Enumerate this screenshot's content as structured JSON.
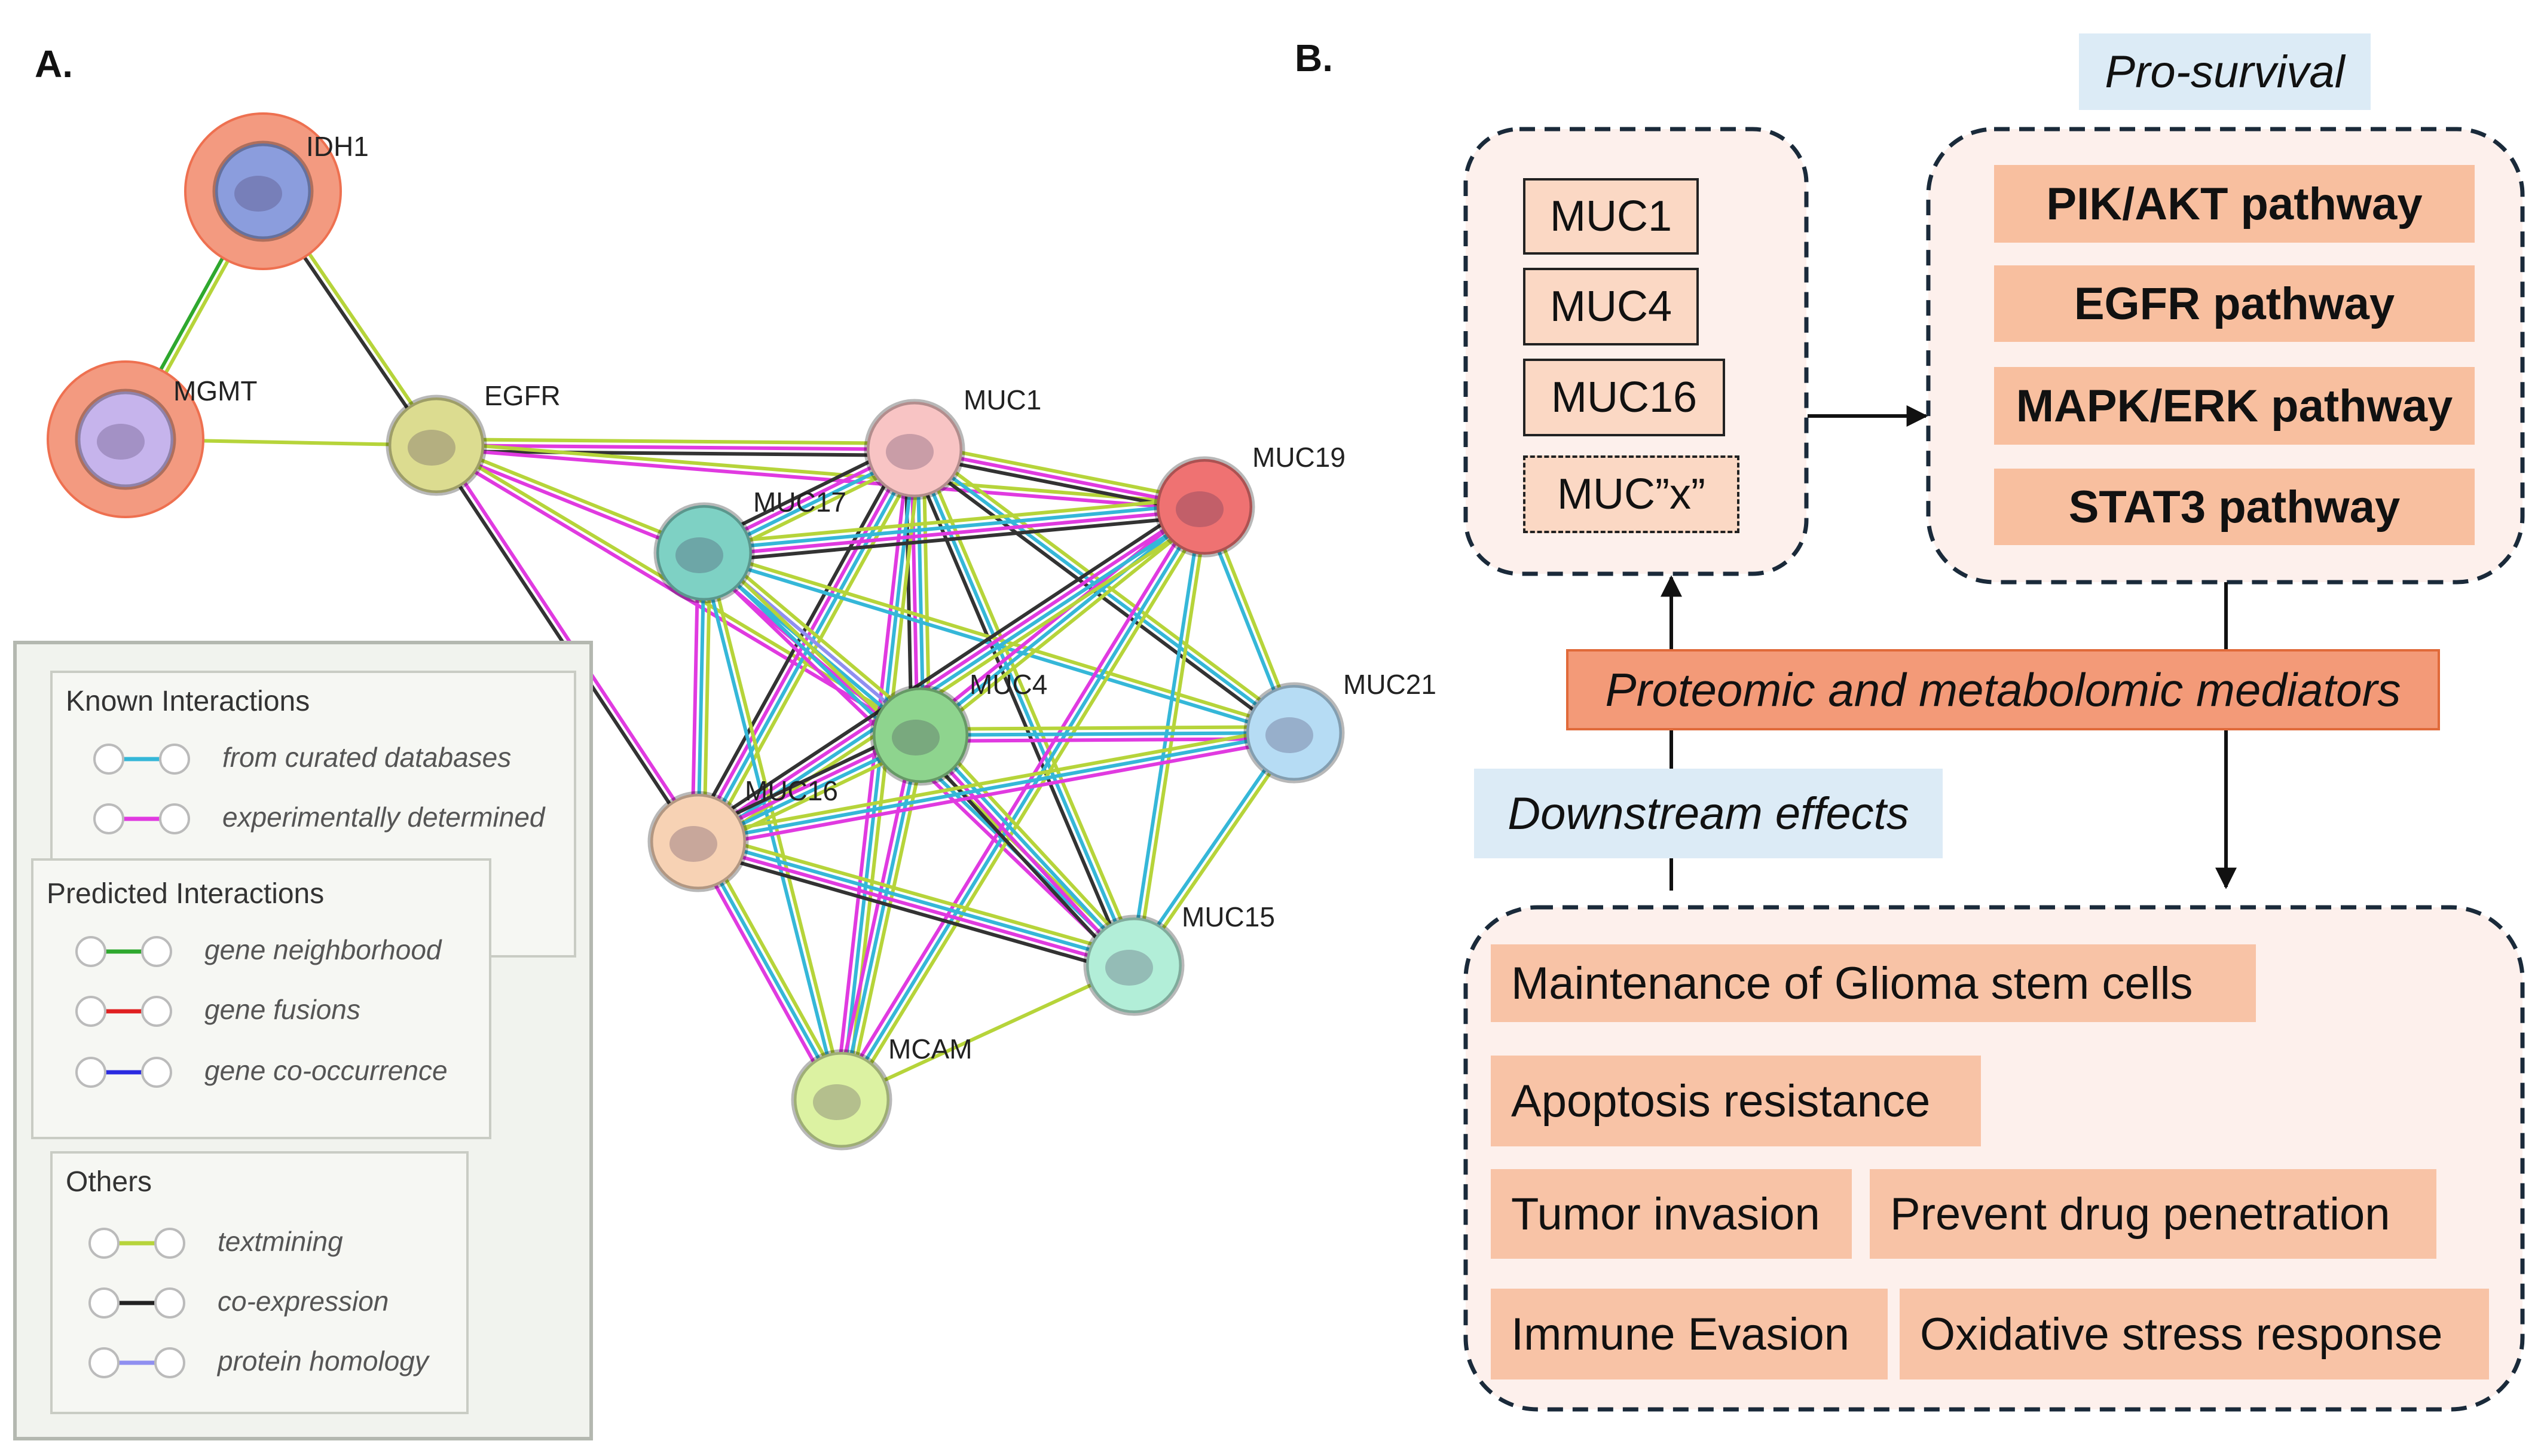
{
  "panel_a": {
    "letter": "A.",
    "nodes": [
      {
        "id": "IDH1",
        "label": "IDH1",
        "fill": "#8b9ddd",
        "halo": "#f39a80"
      },
      {
        "id": "MGMT",
        "label": "MGMT",
        "fill": "#c6b4ec",
        "halo": "#f39a80"
      },
      {
        "id": "EGFR",
        "label": "EGFR",
        "fill": "#dcdc90",
        "halo": null
      },
      {
        "id": "MUC1",
        "label": "MUC1",
        "fill": "#f8c4c4",
        "halo": null
      },
      {
        "id": "MUC19",
        "label": "MUC19",
        "fill": "#ef7272",
        "halo": null
      },
      {
        "id": "MUC17",
        "label": "MUC17",
        "fill": "#7ed1c4",
        "halo": null
      },
      {
        "id": "MUC21",
        "label": "MUC21",
        "fill": "#b6dcf4",
        "halo": null
      },
      {
        "id": "MUC4",
        "label": "MUC4",
        "fill": "#8ed48e",
        "halo": null
      },
      {
        "id": "MUC16",
        "label": "MUC16",
        "fill": "#f7d2b4",
        "halo": null
      },
      {
        "id": "MUC15",
        "label": "MUC15",
        "fill": "#b2eed8",
        "halo": null
      },
      {
        "id": "MCAM",
        "label": "MCAM",
        "fill": "#dcf2a2",
        "halo": null
      }
    ],
    "edges": [
      {
        "a": "IDH1",
        "b": "MGMT",
        "types": [
          "gene_neighborhood",
          "textmining"
        ]
      },
      {
        "a": "IDH1",
        "b": "EGFR",
        "types": [
          "coexpression",
          "textmining"
        ]
      },
      {
        "a": "MGMT",
        "b": "EGFR",
        "types": [
          "textmining"
        ]
      },
      {
        "a": "EGFR",
        "b": "MUC1",
        "types": [
          "coexpression",
          "experimental",
          "textmining"
        ]
      },
      {
        "a": "EGFR",
        "b": "MUC17",
        "types": [
          "experimental",
          "textmining"
        ]
      },
      {
        "a": "EGFR",
        "b": "MUC4",
        "types": [
          "experimental",
          "textmining"
        ]
      },
      {
        "a": "EGFR",
        "b": "MUC16",
        "types": [
          "coexpression",
          "experimental"
        ]
      },
      {
        "a": "EGFR",
        "b": "MUC19",
        "types": [
          "experimental",
          "textmining"
        ]
      },
      {
        "a": "MUC1",
        "b": "MUC19",
        "types": [
          "coexpression",
          "experimental",
          "textmining"
        ]
      },
      {
        "a": "MUC1",
        "b": "MUC17",
        "types": [
          "curated",
          "coexpression",
          "experimental",
          "textmining"
        ]
      },
      {
        "a": "MUC1",
        "b": "MUC4",
        "types": [
          "curated",
          "coexpression",
          "experimental",
          "textmining"
        ]
      },
      {
        "a": "MUC1",
        "b": "MUC16",
        "types": [
          "curated",
          "coexpression",
          "experimental",
          "textmining"
        ]
      },
      {
        "a": "MUC1",
        "b": "MUC21",
        "types": [
          "curated",
          "coexpression",
          "textmining"
        ]
      },
      {
        "a": "MUC1",
        "b": "MUC15",
        "types": [
          "curated",
          "coexpression",
          "textmining"
        ]
      },
      {
        "a": "MUC1",
        "b": "MCAM",
        "types": [
          "curated",
          "experimental",
          "textmining"
        ]
      },
      {
        "a": "MUC17",
        "b": "MUC19",
        "types": [
          "curated",
          "coexpression",
          "experimental",
          "textmining"
        ]
      },
      {
        "a": "MUC17",
        "b": "MUC4",
        "types": [
          "curated",
          "homology",
          "experimental",
          "textmining"
        ]
      },
      {
        "a": "MUC17",
        "b": "MUC16",
        "types": [
          "curated",
          "experimental",
          "textmining"
        ]
      },
      {
        "a": "MUC17",
        "b": "MUC21",
        "types": [
          "curated",
          "textmining"
        ]
      },
      {
        "a": "MUC17",
        "b": "MUC15",
        "types": [
          "curated",
          "experimental",
          "textmining"
        ]
      },
      {
        "a": "MUC17",
        "b": "MCAM",
        "types": [
          "curated",
          "textmining"
        ]
      },
      {
        "a": "MUC19",
        "b": "MUC4",
        "types": [
          "curated",
          "experimental",
          "textmining"
        ]
      },
      {
        "a": "MUC19",
        "b": "MUC16",
        "types": [
          "curated",
          "coexpression",
          "experimental",
          "textmining"
        ]
      },
      {
        "a": "MUC19",
        "b": "MUC21",
        "types": [
          "curated",
          "textmining"
        ]
      },
      {
        "a": "MUC19",
        "b": "MUC15",
        "types": [
          "curated",
          "textmining"
        ]
      },
      {
        "a": "MUC19",
        "b": "MCAM",
        "types": [
          "curated",
          "experimental",
          "textmining"
        ]
      },
      {
        "a": "MUC4",
        "b": "MUC16",
        "types": [
          "curated",
          "coexpression",
          "experimental",
          "textmining"
        ]
      },
      {
        "a": "MUC4",
        "b": "MUC21",
        "types": [
          "curated",
          "experimental",
          "textmining"
        ]
      },
      {
        "a": "MUC4",
        "b": "MUC15",
        "types": [
          "curated",
          "coexpression",
          "experimental",
          "textmining"
        ]
      },
      {
        "a": "MUC4",
        "b": "MCAM",
        "types": [
          "curated",
          "experimental",
          "textmining"
        ]
      },
      {
        "a": "MUC16",
        "b": "MUC21",
        "types": [
          "curated",
          "experimental",
          "textmining"
        ]
      },
      {
        "a": "MUC16",
        "b": "MUC15",
        "types": [
          "curated",
          "coexpression",
          "experimental",
          "textmining"
        ]
      },
      {
        "a": "MUC16",
        "b": "MCAM",
        "types": [
          "curated",
          "experimental",
          "textmining"
        ]
      },
      {
        "a": "MUC21",
        "b": "MUC15",
        "types": [
          "curated",
          "textmining"
        ]
      },
      {
        "a": "MUC15",
        "b": "MCAM",
        "types": [
          "textmining"
        ]
      }
    ],
    "edge_colors": {
      "curated": "#35b7d8",
      "experimental": "#e03ae0",
      "gene_neighborhood": "#2ea82e",
      "gene_fusions": "#e02020",
      "gene_cooccurrence": "#2a2ae0",
      "textmining": "#b6d43a",
      "coexpression": "#333333",
      "homology": "#8f8ff0"
    },
    "legend": {
      "known": {
        "title": "Known Interactions",
        "items": [
          {
            "label": "from curated databases",
            "color": "#35b7d8"
          },
          {
            "label": "experimentally determined",
            "color": "#e03ae0"
          }
        ]
      },
      "predicted": {
        "title": "Predicted Interactions",
        "items": [
          {
            "label": "gene neighborhood",
            "color": "#2ea82e"
          },
          {
            "label": "gene fusions",
            "color": "#e02020"
          },
          {
            "label": "gene co-occurrence",
            "color": "#2a2ae0"
          }
        ]
      },
      "others": {
        "title": "Others",
        "items": [
          {
            "label": "textmining",
            "color": "#b6d43a"
          },
          {
            "label": "co-expression",
            "color": "#222222"
          },
          {
            "label": "protein homology",
            "color": "#8f8ff0"
          }
        ]
      }
    }
  },
  "panel_b": {
    "letter": "B.",
    "pro_survival": "Pro-survival",
    "downstream": "Downstream effects",
    "mediators": "Proteomic and metabolomic mediators",
    "mucins": [
      "MUC1",
      "MUC4",
      "MUC16",
      "MUC”x”"
    ],
    "pathways": [
      "PIK/AKT pathway",
      "EGFR pathway",
      "MAPK/ERK pathway",
      "STAT3 pathway"
    ],
    "effects": [
      "Maintenance of Glioma stem cells",
      "Apoptosis resistance",
      "Tumor invasion",
      "Prevent drug penetration",
      "Immune Evasion",
      "Oxidative stress response"
    ]
  }
}
